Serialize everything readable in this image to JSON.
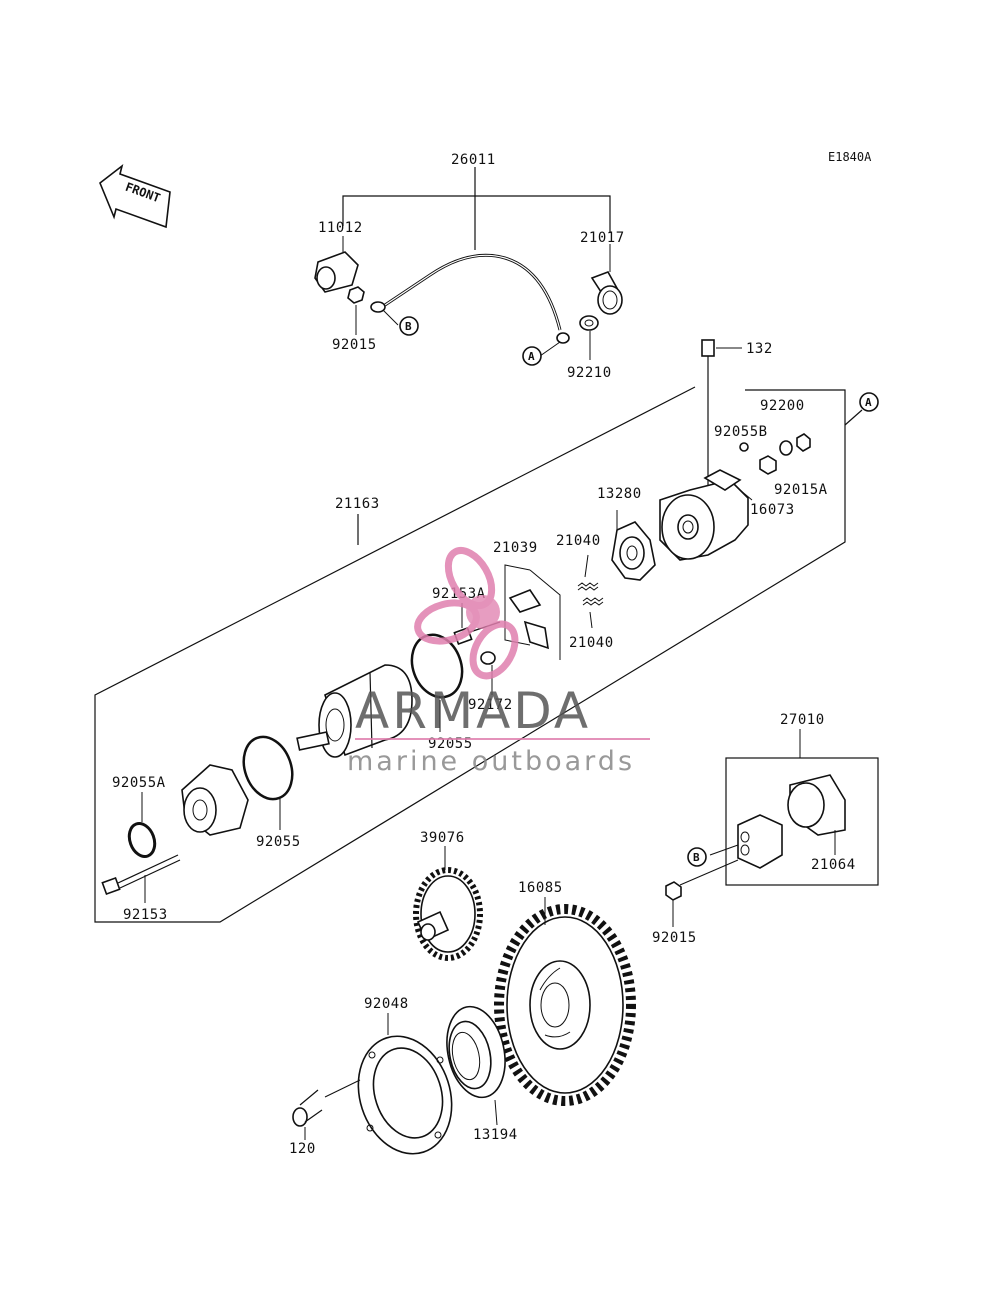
{
  "diagram": {
    "code": "E1840A",
    "front_label": "FRONT",
    "part_labels": {
      "p26011": "26011",
      "p11012": "11012",
      "p21017": "21017",
      "p92015_top": "92015",
      "p92210": "92210",
      "p132": "132",
      "p92200": "92200",
      "p92055B": "92055B",
      "p92015A": "92015A",
      "p16073": "16073",
      "p21163": "21163",
      "p13280": "13280",
      "p21039": "21039",
      "p21040_a": "21040",
      "p21040_b": "21040",
      "p92153A": "92153A",
      "p92172": "92172",
      "p92055_a": "92055",
      "p92055_b": "92055",
      "p92055A": "92055A",
      "p92153": "92153",
      "p27010": "27010",
      "p21064": "21064",
      "p92015_bottom": "92015",
      "p39076": "39076",
      "p16085": "16085",
      "p92048": "92048",
      "p120": "120",
      "p13194": "13194"
    },
    "refs": {
      "a": "A",
      "b": "B"
    }
  },
  "watermark": {
    "title": "ARMADA",
    "subtitle": "marine outboards",
    "color": "#e07fae"
  }
}
